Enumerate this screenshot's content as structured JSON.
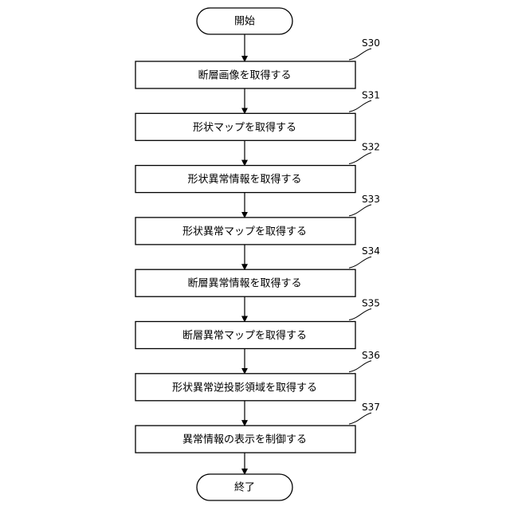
{
  "flowchart": {
    "start": "開始",
    "end": "終了",
    "steps": [
      {
        "label": "S30",
        "text": "断層画像を取得する"
      },
      {
        "label": "S31",
        "text": "形状マップを取得する"
      },
      {
        "label": "S32",
        "text": "形状異常情報を取得する"
      },
      {
        "label": "S33",
        "text": "形状異常マップを取得する"
      },
      {
        "label": "S34",
        "text": "断層異常情報を取得する"
      },
      {
        "label": "S35",
        "text": "断層異常マップを取得する"
      },
      {
        "label": "S36",
        "text": "形状異常逆投影領域を取得する"
      },
      {
        "label": "S37",
        "text": "異常情報の表示を制御する"
      }
    ]
  }
}
